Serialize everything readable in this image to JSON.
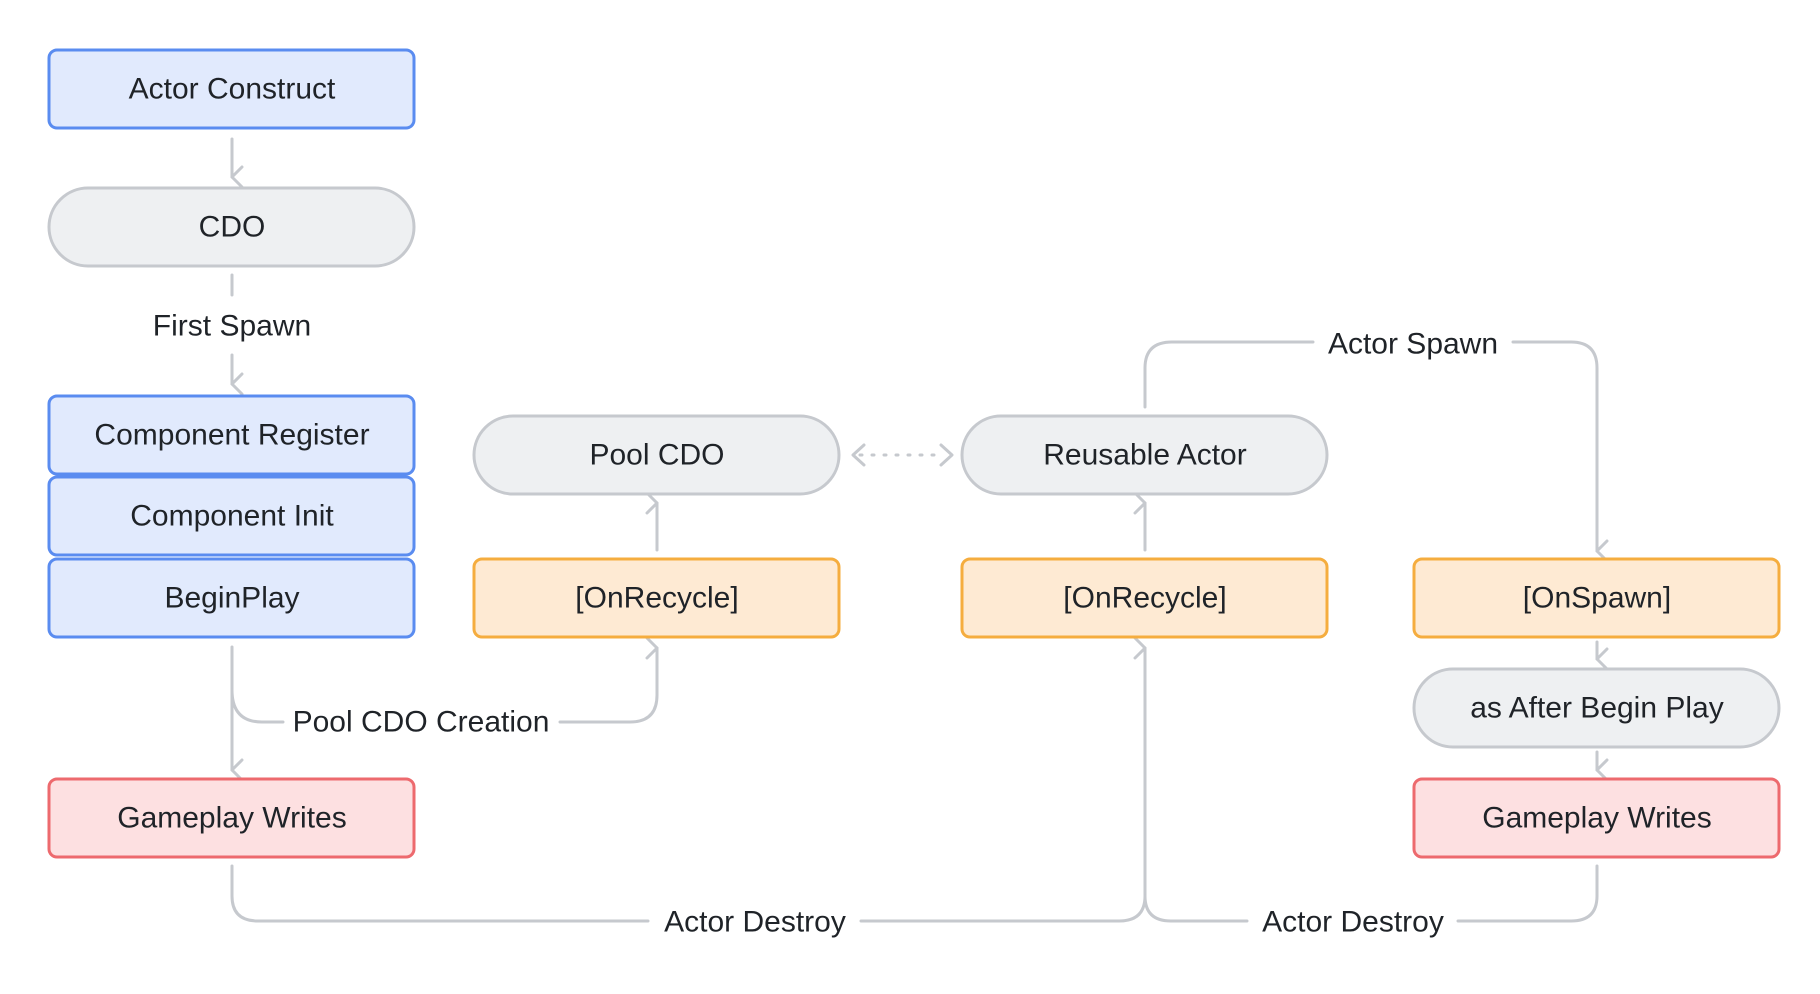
{
  "colors": {
    "blue_fill": "#e1eafd",
    "blue_stroke": "#5a8cf0",
    "gray_fill": "#eef0f2",
    "gray_stroke": "#c6c9ce",
    "orange_fill": "#feead3",
    "orange_stroke": "#f5ad3f",
    "red_fill": "#fde0e1",
    "red_stroke": "#ed6a6e",
    "edge": "#c6c9ce",
    "text": "#1f2328"
  },
  "nodes": {
    "actor_construct": "Actor Construct",
    "cdo": "CDO",
    "component_register": "Component Register",
    "component_init": "Component Init",
    "begin_play": "BeginPlay",
    "gameplay_writes_left": "Gameplay Writes",
    "pool_cdo": "Pool CDO",
    "on_recycle_left": "[OnRecycle]",
    "reusable_actor": "Reusable Actor",
    "on_recycle_mid": "[OnRecycle]",
    "on_spawn": "[OnSpawn]",
    "after_begin_play": "as After Begin Play",
    "gameplay_writes_right": "Gameplay Writes"
  },
  "edges": {
    "first_spawn": "First Spawn",
    "pool_cdo_creation": "Pool CDO Creation",
    "actor_spawn": "Actor Spawn",
    "actor_destroy_left": "Actor Destroy",
    "actor_destroy_right": "Actor Destroy"
  }
}
